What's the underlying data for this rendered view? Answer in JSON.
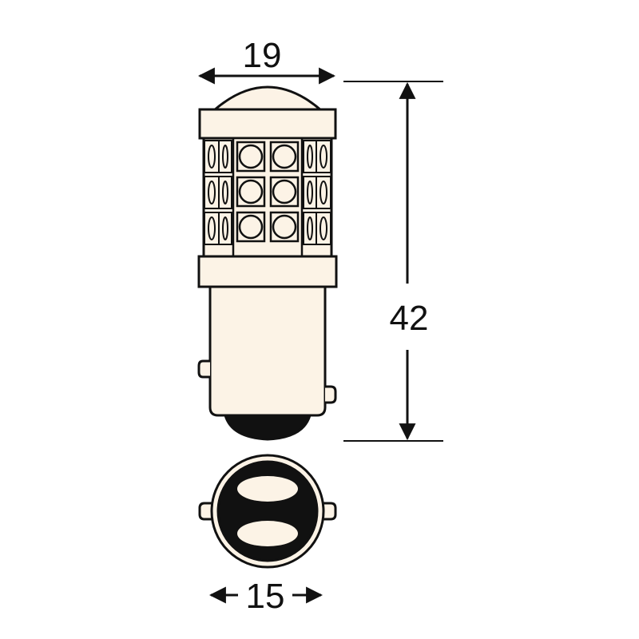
{
  "dimensions": {
    "top_width": "19",
    "height": "42",
    "base_width": "15"
  },
  "colors": {
    "body": "#fcf3e6",
    "stroke": "#111111",
    "dark": "#111111",
    "led": "#fcf3e6"
  },
  "icons": {
    "bulb": "led-bulb-icon",
    "base_end_view": "bayonet-base-end-view-icon"
  }
}
